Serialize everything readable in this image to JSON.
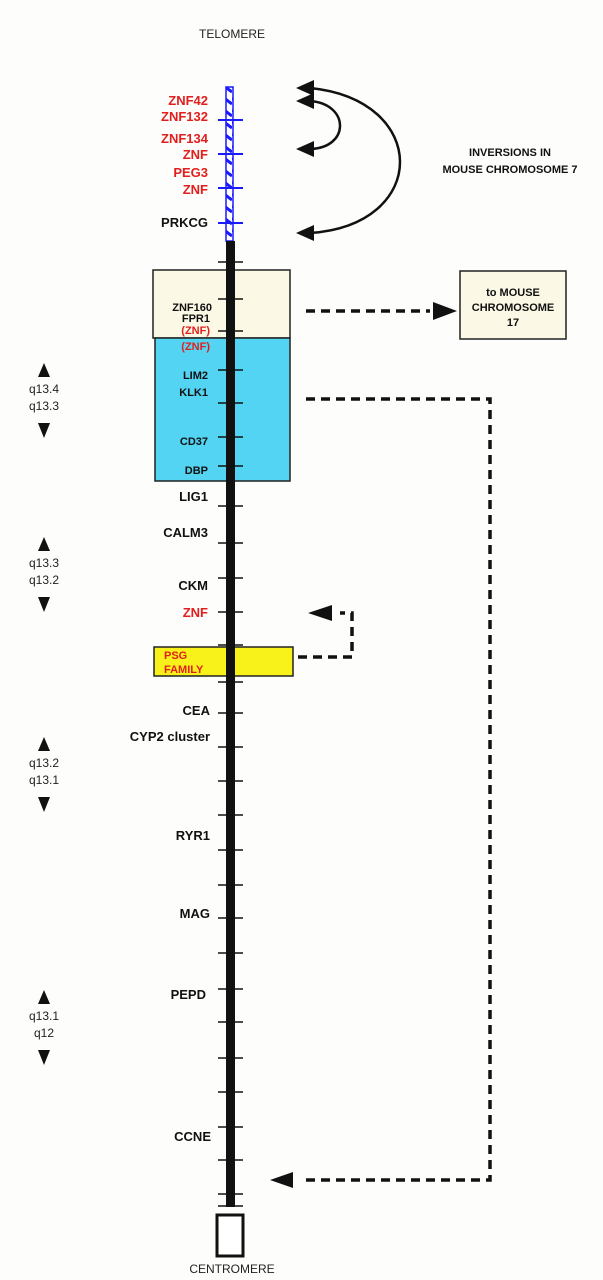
{
  "titles": {
    "top": "TELOMERE",
    "bottom": "CENTROMERE"
  },
  "annotation": {
    "line1": "INVERSIONS IN",
    "line2": "MOUSE CHROMOSOME 7"
  },
  "mouse17_box": {
    "line1": "to  MOUSE",
    "line2": "CHROMOSOME",
    "line3": "17"
  },
  "colors": {
    "red": "#e0201e",
    "black": "#111111",
    "blue": "#1a1aff",
    "cream": "#fbf9e6",
    "cyan": "#52d4f2",
    "yellow": "#f8f21a"
  },
  "telomere_genes": [
    {
      "name": "ZNF42",
      "color": "red"
    },
    {
      "name": "ZNF132",
      "color": "red"
    },
    {
      "name": "ZNF134",
      "color": "red"
    },
    {
      "name": "ZNF",
      "color": "red"
    },
    {
      "name": "PEG3",
      "color": "red"
    },
    {
      "name": "ZNF",
      "color": "red"
    },
    {
      "name": "PRKCG",
      "color": "black"
    }
  ],
  "cream_box_genes": [
    {
      "name": "ZNF160",
      "color": "black"
    },
    {
      "name": "FPR1",
      "color": "black"
    },
    {
      "name": "(ZNF)",
      "color": "red"
    }
  ],
  "cyan_box_genes": [
    {
      "name": "(ZNF)",
      "color": "red"
    },
    {
      "name": "LIM2",
      "color": "black"
    },
    {
      "name": "KLK1",
      "color": "black"
    },
    {
      "name": "CD37",
      "color": "black"
    },
    {
      "name": "DBP",
      "color": "black"
    }
  ],
  "main_genes": [
    {
      "name": "LIG1",
      "color": "black"
    },
    {
      "name": "CALM3",
      "color": "black"
    },
    {
      "name": "CKM",
      "color": "black"
    },
    {
      "name": "ZNF",
      "color": "red"
    },
    {
      "name": "CEA",
      "color": "black"
    },
    {
      "name": "CYP2 cluster",
      "color": "black"
    },
    {
      "name": "RYR1",
      "color": "black"
    },
    {
      "name": "MAG",
      "color": "black"
    },
    {
      "name": "PEPD",
      "color": "black"
    },
    {
      "name": "CCNE",
      "color": "black"
    }
  ],
  "psg_box": {
    "line1": "PSG",
    "line2": "FAMILY"
  },
  "bands": [
    {
      "upper": "q13.4",
      "lower": "q13.3"
    },
    {
      "upper": "q13.3",
      "lower": "q13.2"
    },
    {
      "upper": "q13.2",
      "lower": "q13.1"
    },
    {
      "upper": "q13.1",
      "lower": "q12"
    }
  ]
}
